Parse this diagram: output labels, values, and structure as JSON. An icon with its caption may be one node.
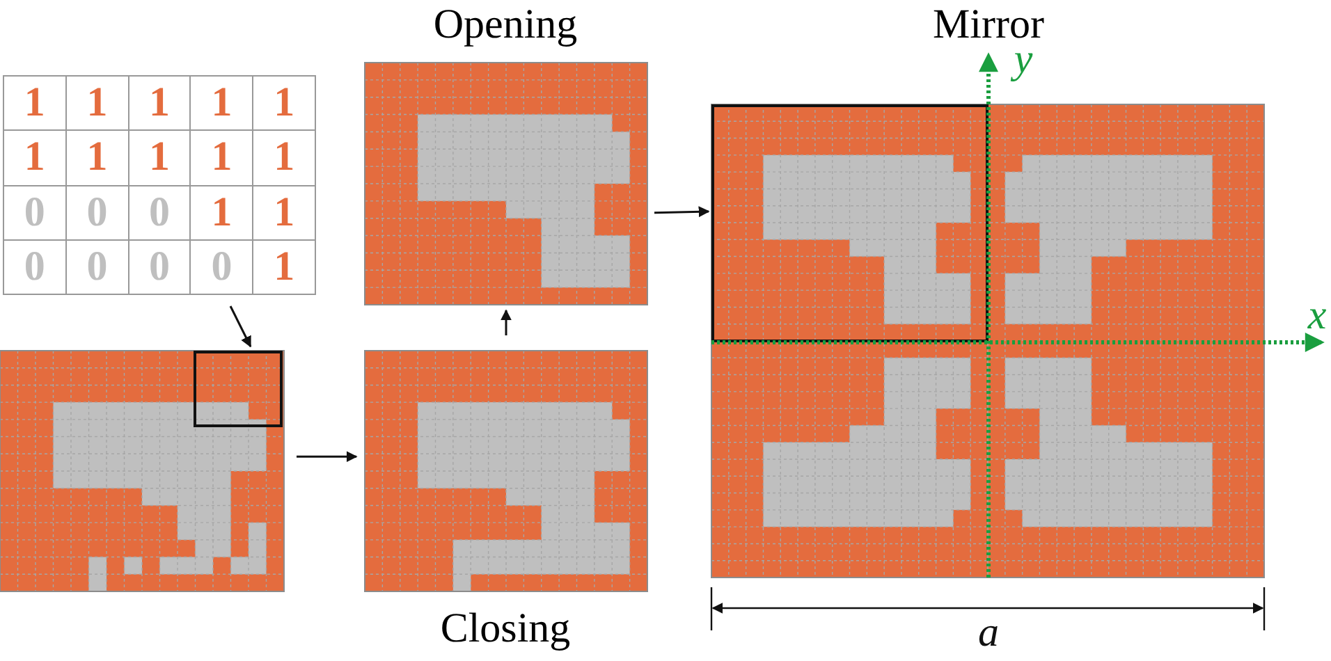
{
  "diagram": {
    "nodes": [
      {
        "text": [],
        "shape": "table"
      },
      {
        "text": [],
        "shape": "grid"
      },
      {
        "text": [],
        "shape": "box",
        "in": 1
      },
      {
        "text": [
          "Closing"
        ]
      },
      {
        "text": [
          "Opening"
        ]
      },
      {
        "text": [
          "Mirror"
        ]
      },
      {
        "text": [],
        "shape": "box",
        "in": 5
      }
    ],
    "edges": [
      {
        "from": 0,
        "to": 2,
        "arrow": "to"
      },
      {
        "from": 1,
        "to": 3,
        "arrow": "to"
      },
      {
        "from": 3,
        "to": 4,
        "arrow": "to"
      },
      {
        "from": 4,
        "to": 6,
        "arrow": "to"
      }
    ],
    "labels": [
      "1",
      "1",
      "1",
      "1",
      "1",
      "1",
      "1",
      "1",
      "1",
      "1",
      "0",
      "0",
      "0",
      "1",
      "1",
      "0",
      "0",
      "0",
      "0",
      "1",
      "y",
      "x",
      "a"
    ]
  }
}
